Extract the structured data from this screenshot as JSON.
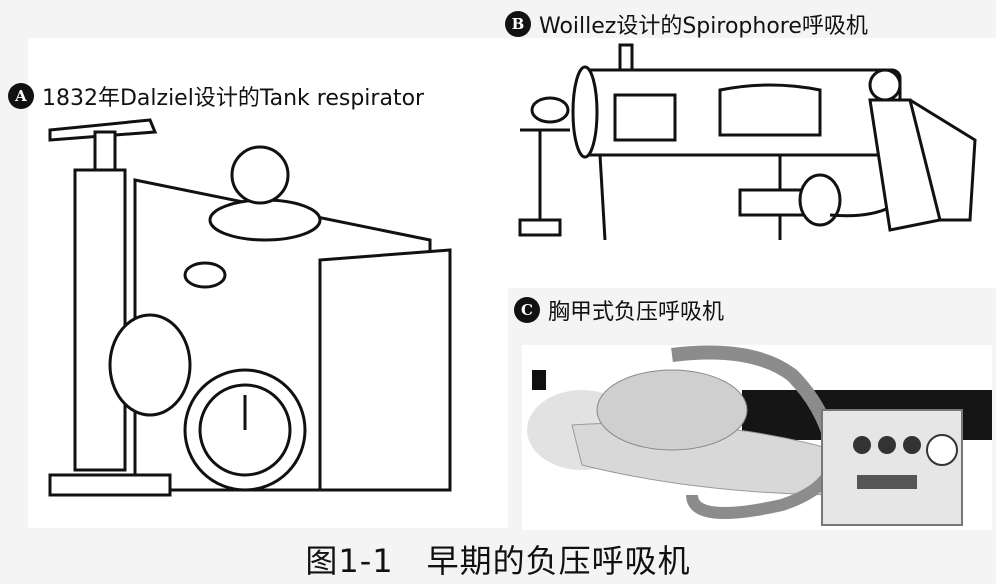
{
  "panels": [
    {
      "letter": "A",
      "title": "1832年Dalziel设计的Tank respirator"
    },
    {
      "letter": "B",
      "title": "Woillez设计的Spirophore呼吸机"
    },
    {
      "letter": "C",
      "title": "胸甲式负压呼吸机"
    }
  ],
  "caption": "图1-1　早期的负压呼吸机"
}
